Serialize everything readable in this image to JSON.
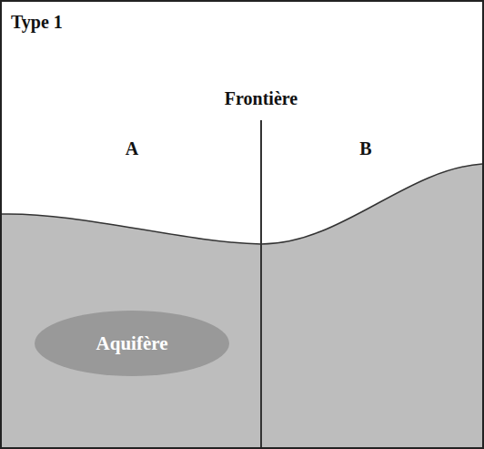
{
  "diagram": {
    "title": "Type 1",
    "nodes": [
      {
        "text": [
          "Aquifère"
        ]
      }
    ],
    "labels": [
      "Frontière",
      "A",
      "B"
    ]
  }
}
